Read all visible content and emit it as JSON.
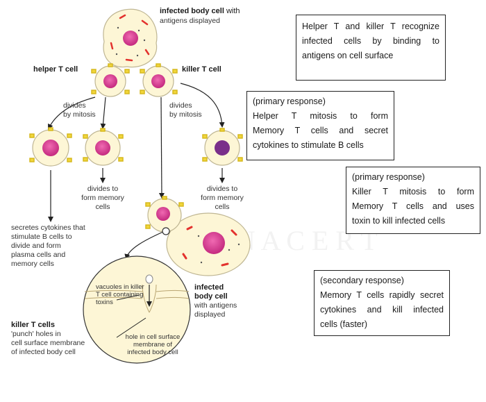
{
  "labels": {
    "infected_cell_title": "infected body cell",
    "infected_cell_rest": " with",
    "antigens_displayed": "antigens displayed",
    "helper_t_cell": "helper T cell",
    "killer_t_cell": "killer T cell",
    "divides_left_1": "divides",
    "divides_left_2": "by mitosis",
    "divides_right_1": "divides",
    "divides_right_2": "by mitosis",
    "memory_left_1": "divides to",
    "memory_left_2": "form memory",
    "memory_left_3": "cells",
    "memory_right_1": "divides to",
    "memory_right_2": "form memory",
    "memory_right_3": "cells",
    "secretes_1": "secretes cytokines that",
    "secretes_2": "stimulate B cells to",
    "secretes_3": "divide and form",
    "secretes_4": "plasma cells and",
    "secretes_5": "memory cells",
    "vacuoles_1": "vacuoles in killer",
    "vacuoles_2": "T cell containing",
    "vacuoles_3": "toxins",
    "hole_1": "hole in cell surface",
    "hole_2": "membrane of",
    "hole_3": "infected body cell",
    "infected_2_title_1": "infected",
    "infected_2_title_2": "body cell",
    "infected_2_sub_1": "with antigens",
    "infected_2_sub_2": "displayed",
    "killer_punch_title": "killer T cells",
    "killer_punch_1": "'punch' holes in",
    "killer_punch_2": "cell surface membrane",
    "killer_punch_3": "of infected body cell"
  },
  "boxes": {
    "recognize": [
      "Helper T and killer T recognize",
      "infected cells by binding to",
      "antigens on cell surface"
    ],
    "helper_primary": [
      "(primary response)",
      "Helper T mitosis to form",
      "Memory T cells and secret",
      "cytokines to stimulate B cells"
    ],
    "killer_primary": [
      "(primary response)",
      "Killer T mitosis to form",
      "Memory T cells and uses",
      "toxin to kill infected cells"
    ],
    "secondary": [
      "(secondary response)",
      "Memory T cells rapidly secret",
      "cytokines and kill infected",
      "cells (faster)"
    ]
  },
  "colors": {
    "cell_fill": "#fdf6d6",
    "cell_outline": "#bfb693",
    "nucleus": "#d8378f",
    "receptor": "#f1d63a",
    "antigen": "#e3312d",
    "arrow": "#222222"
  }
}
